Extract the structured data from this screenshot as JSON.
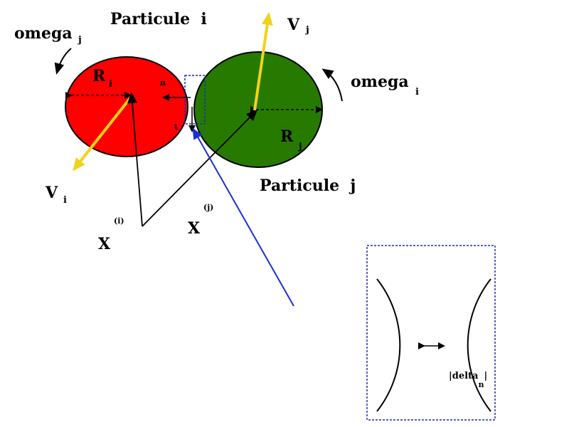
{
  "particle_i": {
    "title": "Particule  i",
    "radius_label": "R",
    "radius_sub": "i",
    "velocity_label": "V",
    "velocity_sub": "i",
    "fill": "#ff0000"
  },
  "particle_j": {
    "title": "Particule  j",
    "radius_label": "R",
    "radius_sub": "j",
    "velocity_label": "V",
    "velocity_sub": "j",
    "fill": "#267a00"
  },
  "omega_left": {
    "label": "omega",
    "sub": "j"
  },
  "omega_right": {
    "label": "omega",
    "sub": "i"
  },
  "position_i": {
    "label": "X",
    "sup": "(i)"
  },
  "position_j": {
    "label": "X",
    "sup": "(j)"
  },
  "normal_label": "n",
  "tangent_label": "t",
  "inset": {
    "label_prefix": "|delta",
    "label_sub": "n",
    "label_suffix": "|"
  },
  "colors": {
    "velocity_arrow": "#f2d21b",
    "zoom_pointer": "#1a2fd4",
    "zoom_box": "#1a2fa8"
  }
}
